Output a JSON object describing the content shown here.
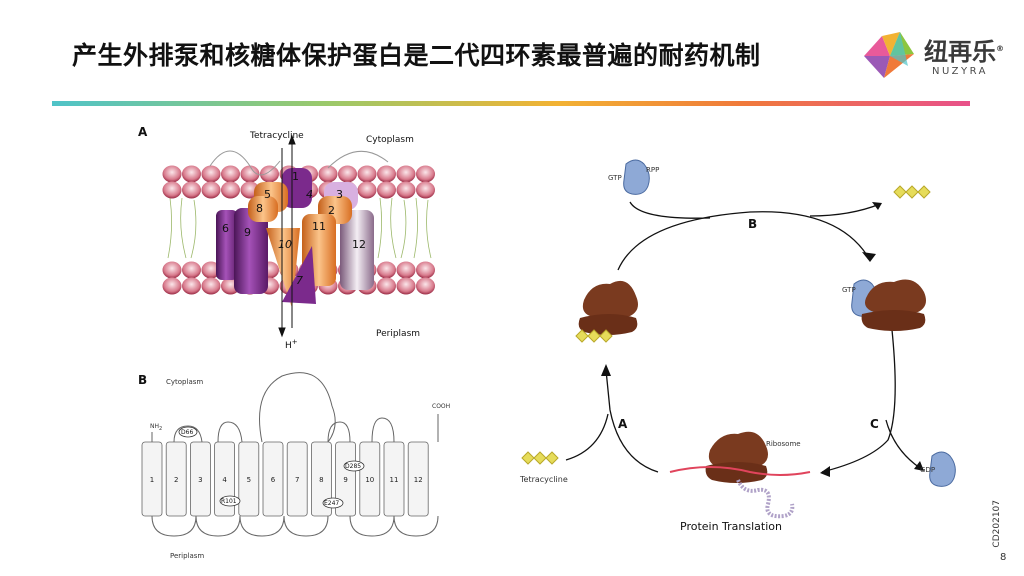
{
  "header": {
    "title": "产生外排泵和核糖体保护蛋白是二代四环素最普遍的耐药机制",
    "brand_cn": "纽再乐",
    "brand_en": "NUZYRA",
    "brand_mark": "®"
  },
  "footer": {
    "code": "CD202107",
    "page": "8"
  },
  "panel_a": {
    "label": "A",
    "tetracycline": "Tetracycline",
    "cytoplasm": "Cytoplasm",
    "periplasm": "Periplasm",
    "proton": "H",
    "proton_sup": "+",
    "helices": [
      "1",
      "2",
      "3",
      "4",
      "5",
      "6",
      "7",
      "8",
      "9",
      "10",
      "11",
      "12"
    ]
  },
  "panel_b": {
    "label": "B",
    "cytoplasm": "Cytoplasm",
    "periplasm": "Periplasm",
    "nh2": "NH",
    "nh2_sub": "2",
    "cooh": "COOH",
    "helices": [
      "1",
      "2",
      "3",
      "4",
      "5",
      "6",
      "7",
      "8",
      "9",
      "10",
      "11",
      "12"
    ],
    "residues": [
      "D66",
      "R101",
      "E247",
      "D285"
    ]
  },
  "cycle": {
    "label_a": "A",
    "label_b": "B",
    "label_c": "C",
    "gtp_top": "GTP",
    "rpp": "RPP",
    "gtp_right": "GTP",
    "gdp": "GDP",
    "ribosome": "Ribosome",
    "tetracycline": "Tetracycline",
    "protein_translation": "Protein Translation"
  },
  "colors": {
    "purple": "#7b2a8c",
    "orange": "#f0913a",
    "ribosome": "#7a3a1f",
    "rpp_blue": "#8ea9d6",
    "drug_yellow": "#c9c23a",
    "mrna": "#e0445c"
  }
}
